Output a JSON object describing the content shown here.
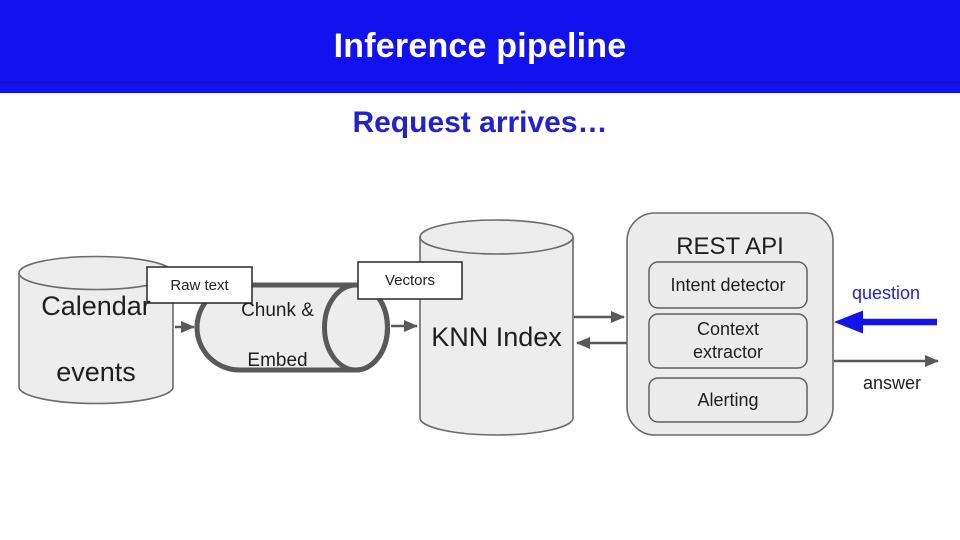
{
  "slide": {
    "title": "Inference pipeline",
    "subtitle": "Request arrives…"
  },
  "labels": {
    "calendar_line1": "Calendar",
    "calendar_line2": "events",
    "raw_text": "Raw text",
    "chunk_line1": "Chunk &",
    "chunk_line2": "Embed",
    "vectors": "Vectors",
    "knn": "KNN Index",
    "rest_title": "REST API",
    "rest_components": [
      "Intent detector",
      "Context extractor",
      "Alerting"
    ],
    "question": "question",
    "answer": "answer"
  },
  "colors": {
    "banner_blue": "#1212ee",
    "subtitle_blue": "#2222cc",
    "question_text_blue": "#2222dd",
    "question_arrow_blue": "#1414e8",
    "shape_fill": "#ededed",
    "shape_stroke": "#6b6b6b",
    "pipe_stroke": "#595959",
    "arrow_gray": "#595959",
    "label_box_fill": "#ffffff",
    "text_dark": "#1f1f1f"
  }
}
